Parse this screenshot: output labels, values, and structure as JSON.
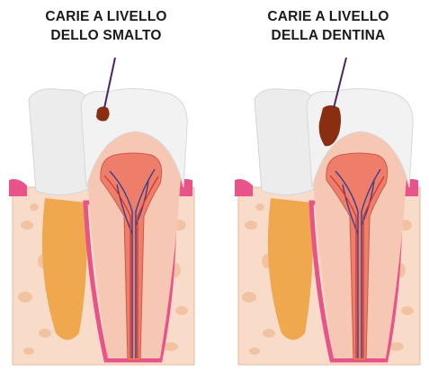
{
  "labels": {
    "left": {
      "line1": "CARIE A LIVELLO",
      "line2": "DELLO SMALTO"
    },
    "right": {
      "line1": "CARIE A LIVELLO",
      "line2": "DELLA DENTINA"
    }
  },
  "colors": {
    "enamel": "#f2f2f2",
    "dentin": "#f6c7b3",
    "pulp": "#ee7d6a",
    "nerve": "#3c3f8a",
    "root_gold": "#f0a84e",
    "gum": "#e8548a",
    "bone": "#f8dcc9",
    "bone_cells": "#f2c3a3",
    "caries": "#8a2e12",
    "pointer": "#4a2463"
  },
  "icons": [
    "tooth-cross-section-icon",
    "tooth-cross-section-icon"
  ]
}
